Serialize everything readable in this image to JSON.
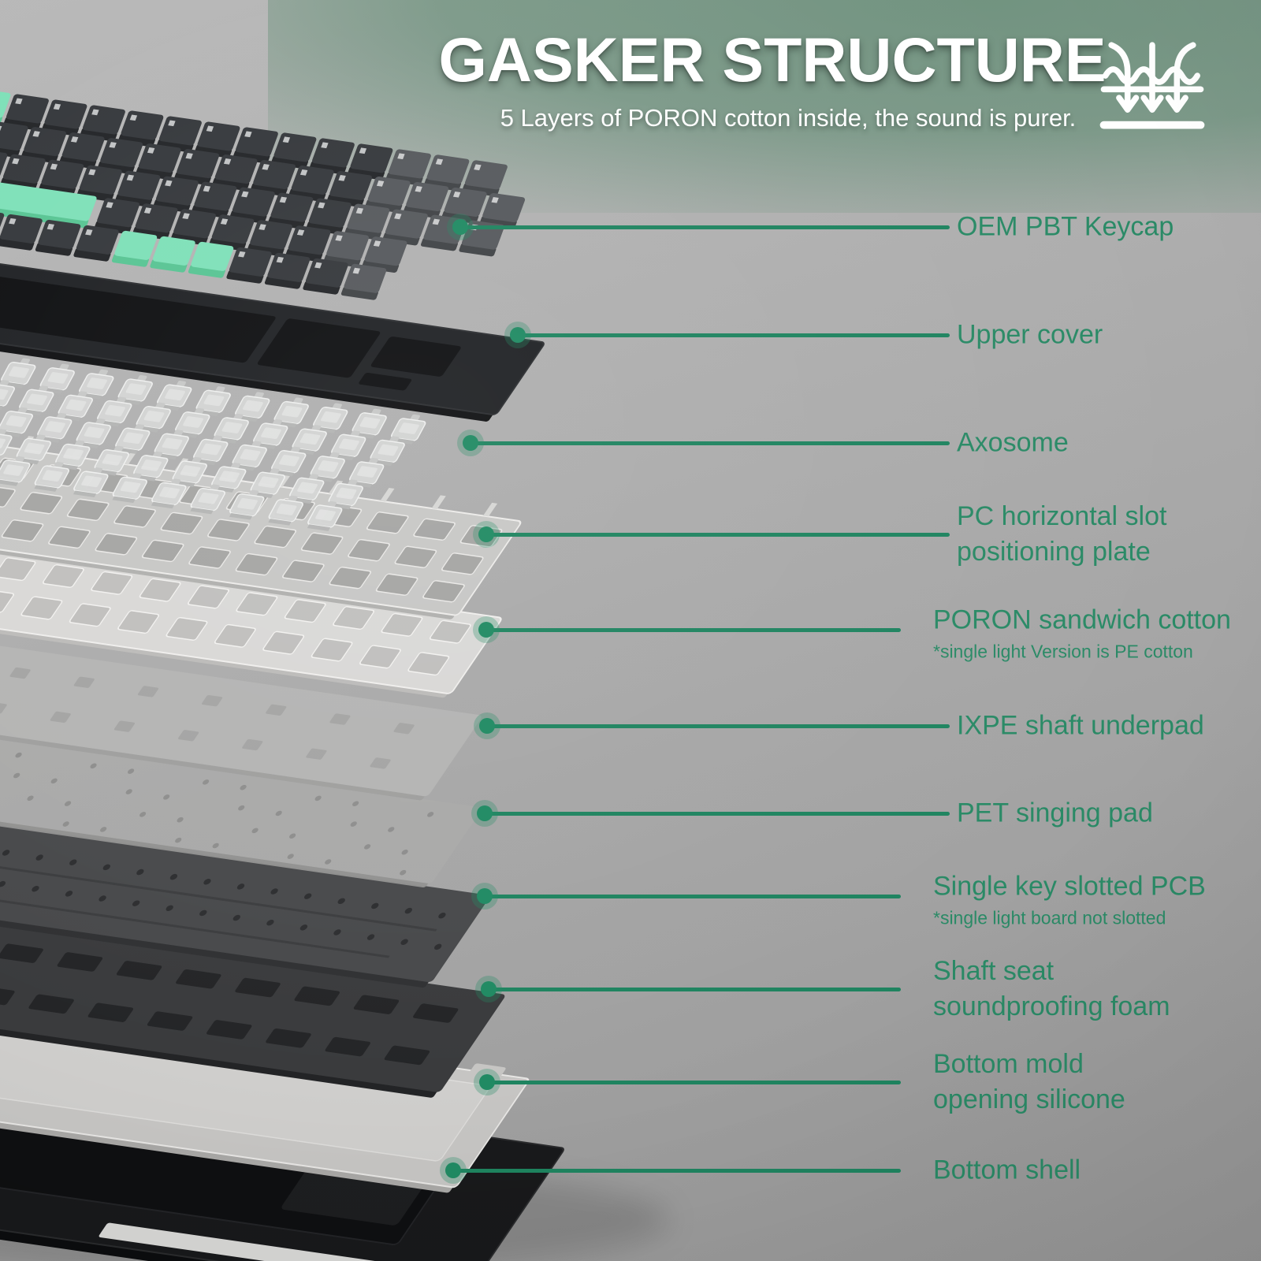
{
  "header": {
    "title": "GASKER STRUCTURE",
    "subtitle": "5 Layers of PORON cotton inside, the sound is purer.",
    "icon": "sound-dampening-layers-icon"
  },
  "colors": {
    "label_green": "#2a8a66",
    "line_green": "#1f8460",
    "dot_green": "#208a63",
    "dot_halo": "rgba(32,138,99,0.30)",
    "title_white": "#ffffff",
    "header_band_green": "#71927e",
    "background_gray": "#ababab",
    "keycap_dark": "#35383c",
    "keycap_light": "#56595d",
    "keycap_green": "#7ee0b8",
    "cover_black": "#202225",
    "switch_clear": "#d4d5d4",
    "plate_gray": "#c7c7c5",
    "poron_white": "#d9d8d6",
    "ixpe_gray": "#b5b5b4",
    "pet_gray": "#aaaaa9",
    "pcb_dark": "#48494b",
    "seat_foam_dark": "#3a3b3d",
    "silicone_gray": "#c6c5c3",
    "shell_black": "#18191b"
  },
  "callouts": [
    {
      "id": "oem-pbt-keycap",
      "label": "OEM PBT Keycap"
    },
    {
      "id": "upper-cover",
      "label": "Upper cover"
    },
    {
      "id": "axosome",
      "label": "Axosome"
    },
    {
      "id": "pc-horizontal-slot-positioning-plate",
      "lines": [
        "PC horizontal slot",
        "positioning plate"
      ]
    },
    {
      "id": "poron-sandwich-cotton",
      "label": "PORON sandwich cotton",
      "note": "*single light Version is PE cotton"
    },
    {
      "id": "ixpe-shaft-underpad",
      "label": "IXPE shaft underpad"
    },
    {
      "id": "pet-singing-pad",
      "label": "PET singing pad"
    },
    {
      "id": "single-key-slotted-pcb",
      "label": "Single key slotted PCB",
      "note": "*single light board not slotted"
    },
    {
      "id": "shaft-seat-soundproofing-foam",
      "lines": [
        "Shaft seat",
        "soundproofing foam"
      ]
    },
    {
      "id": "bottom-mold-opening-silicone",
      "lines": [
        "Bottom mold",
        "opening silicone"
      ]
    },
    {
      "id": "bottom-shell",
      "label": "Bottom shell"
    }
  ]
}
